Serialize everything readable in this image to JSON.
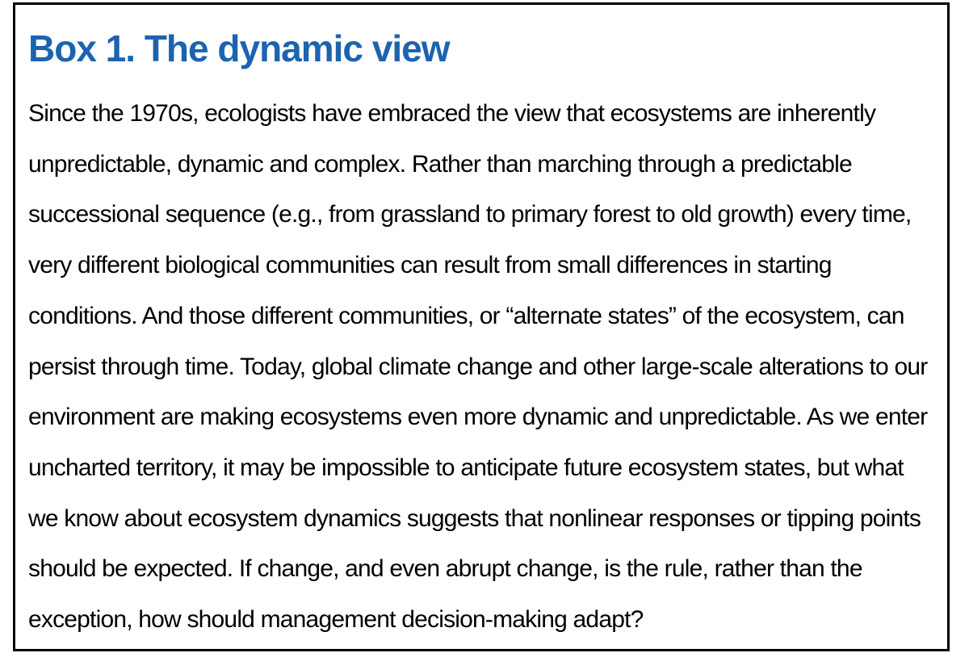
{
  "box": {
    "title": "Box 1. The dynamic view",
    "body_lines": [
      "Since the 1970s, ecologists have embraced the view that ecosystems are inherently",
      "unpredictable, dynamic and complex. Rather than marching through a predictable",
      "successional sequence (e.g., from grassland to primary forest to old growth) every time,",
      "very different biological communities can result from small differences in starting",
      "conditions. And those different communities, or “alternate states” of the ecosystem, can",
      "persist through time. Today, global climate change and other large-scale alterations to our",
      "environment are making ecosystems even more dynamic and unpredictable. As we enter",
      "uncharted territory, it may be impossible to anticipate future ecosystem states, but what",
      "we know about ecosystem dynamics suggests that nonlinear responses or tipping points",
      "should be expected. If change, and even abrupt change, is the rule, rather than the",
      "exception, how should management decision-making adapt?"
    ]
  },
  "colors": {
    "title": "#1c63b0",
    "text": "#000000",
    "border": "#000000",
    "background": "#ffffff"
  }
}
